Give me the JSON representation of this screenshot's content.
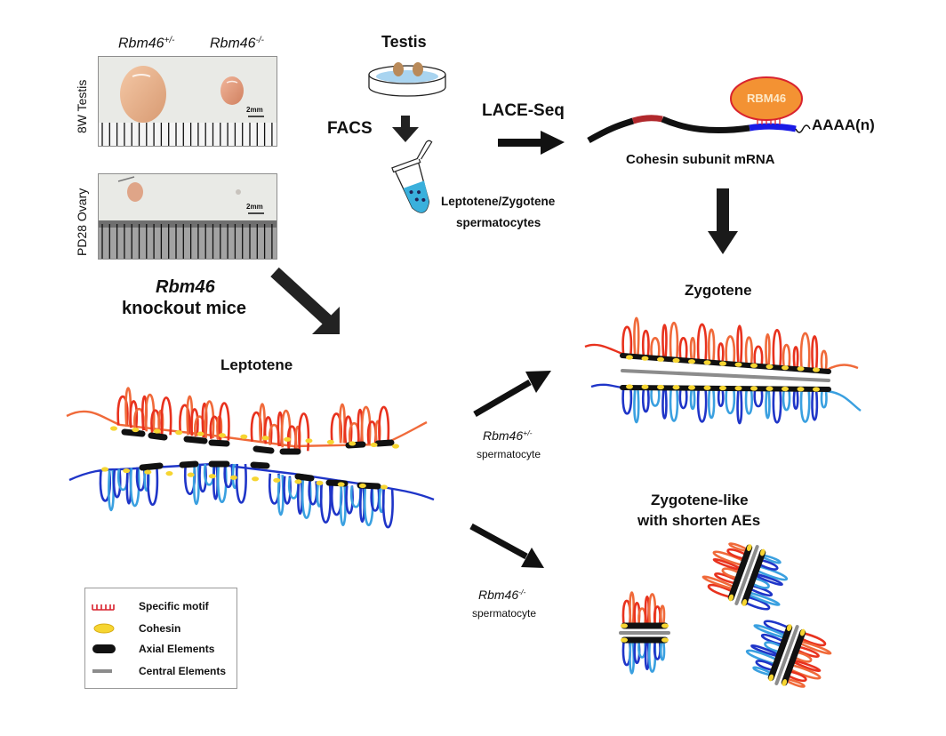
{
  "figure": {
    "photos": {
      "genotype_het": "Rbm46",
      "genotype_het_sup": "+/-",
      "genotype_ko": "Rbm46",
      "genotype_ko_sup": "-/-",
      "testis_label": "8W Testis",
      "ovary_label": "PD28 Ovary",
      "scalebar_testis": "2mm",
      "scalebar_ovary": "2mm"
    },
    "workflow": {
      "testis_title": "Testis",
      "facs_label": "FACS",
      "tube_label_line1": "Leptotene/Zygotene",
      "tube_label_line2": "spermatocytes",
      "lace_seq_label": "LACE-Seq",
      "protein_label": "RBM46",
      "polya_label": "AAAA(n)",
      "mrna_label": "Cohesin subunit mRNA"
    },
    "knockout": {
      "gene": "Rbm46",
      "line2": "knockout mice"
    },
    "stages": {
      "leptotene": "Leptotene",
      "zygotene": "Zygotene",
      "zygotene_like_line1": "Zygotene-like",
      "zygotene_like_line2": "with shorten AEs"
    },
    "branches": {
      "het_gene": "Rbm46",
      "het_sup": "+/-",
      "het_cell": "spermatocyte",
      "ko_gene": "Rbm46",
      "ko_sup": "-/-",
      "ko_cell": "spermatocyte"
    },
    "legend": {
      "items": [
        {
          "label": "Specific motif",
          "symbol": "motif-comb",
          "color": "#d9232e"
        },
        {
          "label": "Cohesin",
          "symbol": "yellow-oval",
          "color": "#f6d531"
        },
        {
          "label": "Axial Elements",
          "symbol": "black-bar",
          "color": "#111111"
        },
        {
          "label": "Central Elements",
          "symbol": "gray-bar",
          "color": "#8c8c8c"
        }
      ]
    },
    "colors": {
      "chromatin_red": "#e8321e",
      "chromatin_orange": "#f06a3a",
      "chromatin_blue": "#1f35c8",
      "chromatin_lightblue": "#3aa0e0",
      "cohesin": "#f6d531",
      "axial": "#111111",
      "central": "#8c8c8c",
      "rbm46": "#f39233",
      "mrna_red": "#b0282c",
      "mrna_blue": "#1a1ae6",
      "dish_liquid": "#a9d4f0",
      "tube_liquid": "#3ab0dc"
    }
  }
}
